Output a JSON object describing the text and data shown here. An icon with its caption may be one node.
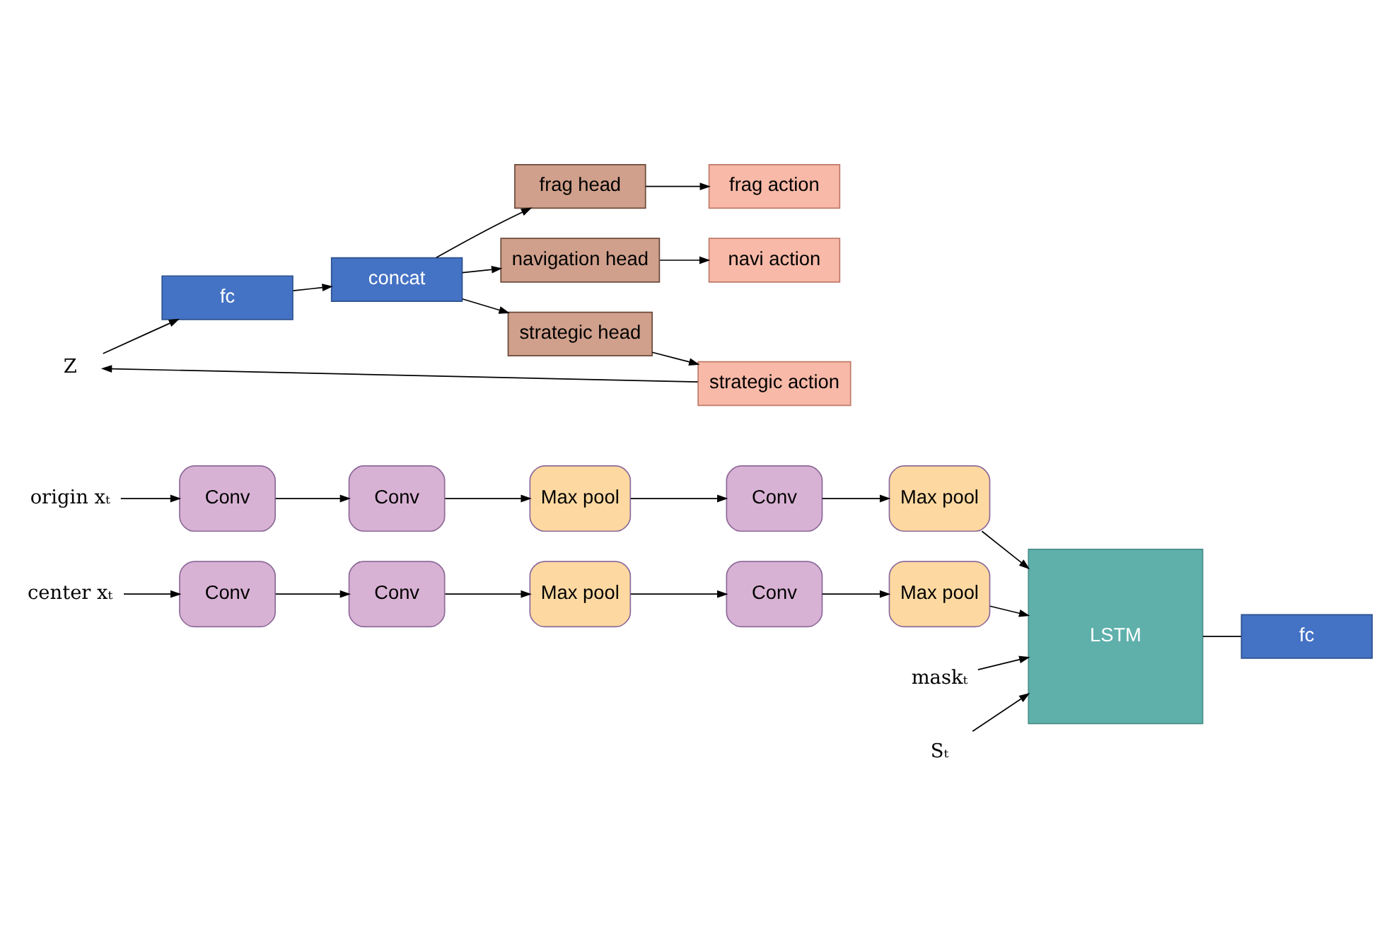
{
  "diagram": {
    "nodes": [
      {
        "text": [
          "origin xₜ"
        ]
      },
      {
        "text": [
          "Conv"
        ]
      },
      {
        "text": [
          "Conv"
        ]
      },
      {
        "text": [
          "Max pool"
        ]
      },
      {
        "text": [
          "Conv"
        ]
      },
      {
        "text": [
          "Max pool"
        ]
      },
      {
        "text": [
          "center xₜ"
        ]
      },
      {
        "text": [
          "Conv"
        ]
      },
      {
        "text": [
          "Conv"
        ]
      },
      {
        "text": [
          "Max pool"
        ]
      },
      {
        "text": [
          "Conv"
        ]
      },
      {
        "text": [
          "Max pool"
        ]
      },
      {
        "text": [
          "maskₜ"
        ]
      },
      {
        "text": [
          "Sₜ"
        ]
      },
      {
        "text": [
          "LSTM"
        ]
      },
      {
        "text": [
          "fc"
        ]
      },
      {
        "text": [
          "Z"
        ]
      },
      {
        "text": [
          "fc"
        ]
      },
      {
        "text": [
          "concat"
        ]
      },
      {
        "text": [
          "navigation head"
        ]
      },
      {
        "text": [
          "navi action"
        ]
      },
      {
        "text": [
          "strategic head"
        ]
      },
      {
        "text": [
          "strategic action"
        ]
      },
      {
        "text": [
          "frag head"
        ]
      },
      {
        "text": [
          "frag action"
        ]
      }
    ],
    "edges": [
      {
        "from": 0,
        "to": 1,
        "arrow": "to"
      },
      {
        "from": 1,
        "to": 2,
        "arrow": "to"
      },
      {
        "from": 2,
        "to": 3,
        "arrow": "to"
      },
      {
        "from": 3,
        "to": 4,
        "arrow": "to"
      },
      {
        "from": 4,
        "to": 5,
        "arrow": "to"
      },
      {
        "from": 5,
        "to": 14,
        "arrow": "to"
      },
      {
        "from": 6,
        "to": 7,
        "arrow": "to"
      },
      {
        "from": 7,
        "to": 8,
        "arrow": "to"
      },
      {
        "from": 8,
        "to": 9,
        "arrow": "to"
      },
      {
        "from": 9,
        "to": 10,
        "arrow": "to"
      },
      {
        "from": 10,
        "to": 11,
        "arrow": "to"
      },
      {
        "from": 11,
        "to": 14,
        "arrow": "to"
      },
      {
        "from": 12,
        "to": 14,
        "arrow": "to"
      },
      {
        "from": 13,
        "to": 14,
        "arrow": "to"
      },
      {
        "from": 14,
        "to": 15,
        "arrow": "none"
      },
      {
        "from": 16,
        "to": 17,
        "arrow": "to"
      },
      {
        "from": 17,
        "to": 18,
        "arrow": "to"
      },
      {
        "from": 18,
        "to": 19,
        "arrow": "to"
      },
      {
        "from": 18,
        "to": 21,
        "arrow": "to"
      },
      {
        "from": 18,
        "to": 23,
        "arrow": "to"
      },
      {
        "from": 19,
        "to": 20,
        "arrow": "to"
      },
      {
        "from": 21,
        "to": 22,
        "arrow": "to"
      },
      {
        "from": 23,
        "to": 24,
        "arrow": "to"
      },
      {
        "from": 22,
        "to": 16,
        "arrow": "to"
      }
    ]
  }
}
